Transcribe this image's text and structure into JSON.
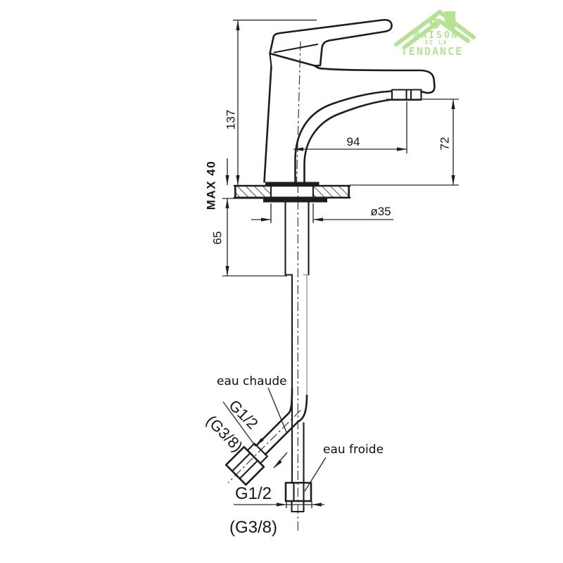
{
  "drawing": {
    "title": "basin mixer technical dimension drawing",
    "dimensions": {
      "total_height": "137",
      "spout_reach": "94",
      "spout_height": "72",
      "max_deck_thickness": "MAX 40",
      "shank_length": "65",
      "hole_diameter": "ø35",
      "hot_thread": "G1/2",
      "hot_thread_alt": "(G3/8)",
      "cold_thread": "G1/2",
      "cold_thread_alt": "(G3/8)"
    },
    "labels": {
      "hot_water": "eau chaude",
      "cold_water": "eau froide"
    },
    "colors": {
      "line": "#1d1d1d",
      "logo_green": "#b6e294"
    }
  },
  "logo": {
    "line1": "MAISON",
    "line2": "DE LA",
    "line3": "TENDANCE"
  }
}
